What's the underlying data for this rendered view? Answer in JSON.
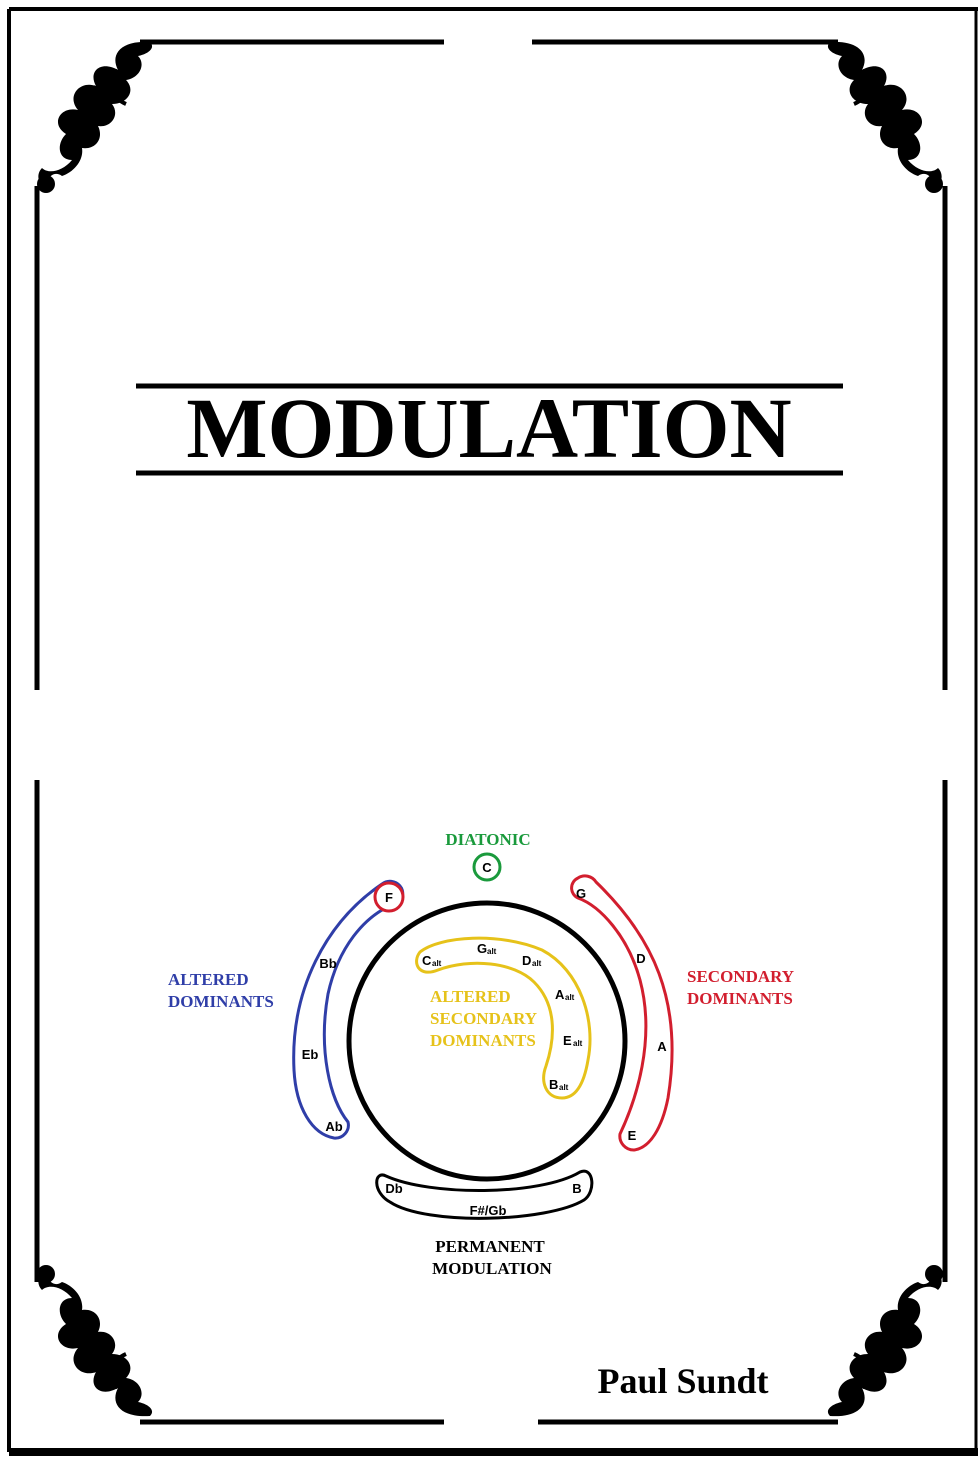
{
  "cover": {
    "title": "MODULATION",
    "author": "Paul Sundt"
  },
  "diagram": {
    "diatonic": {
      "label": "DIATONIC",
      "note": "C",
      "color": "#1a9a3c"
    },
    "secondary": {
      "label_line1": "SECONDARY",
      "label_line2": "DOMINANTS",
      "color": "#d21e2e",
      "notes": [
        "G",
        "D",
        "A",
        "E"
      ]
    },
    "altered": {
      "label_line1": "ALTERED",
      "label_line2": "DOMINANTS",
      "color": "#2f3ea8",
      "notes": [
        "F",
        "Bb",
        "Eb",
        "Ab"
      ]
    },
    "altered_secondary": {
      "label_line1": "ALTERED",
      "label_line2": "SECONDARY",
      "label_line3": "DOMINANTS",
      "color": "#e6c21a",
      "notes": [
        "C",
        "G",
        "D",
        "A",
        "E",
        "B"
      ],
      "subscript": "alt"
    },
    "permanent": {
      "label_line1": "PERMANENT",
      "label_line2": "MODULATION",
      "color": "#000000",
      "notes": [
        "Db",
        "F#/Gb",
        "B"
      ]
    }
  }
}
